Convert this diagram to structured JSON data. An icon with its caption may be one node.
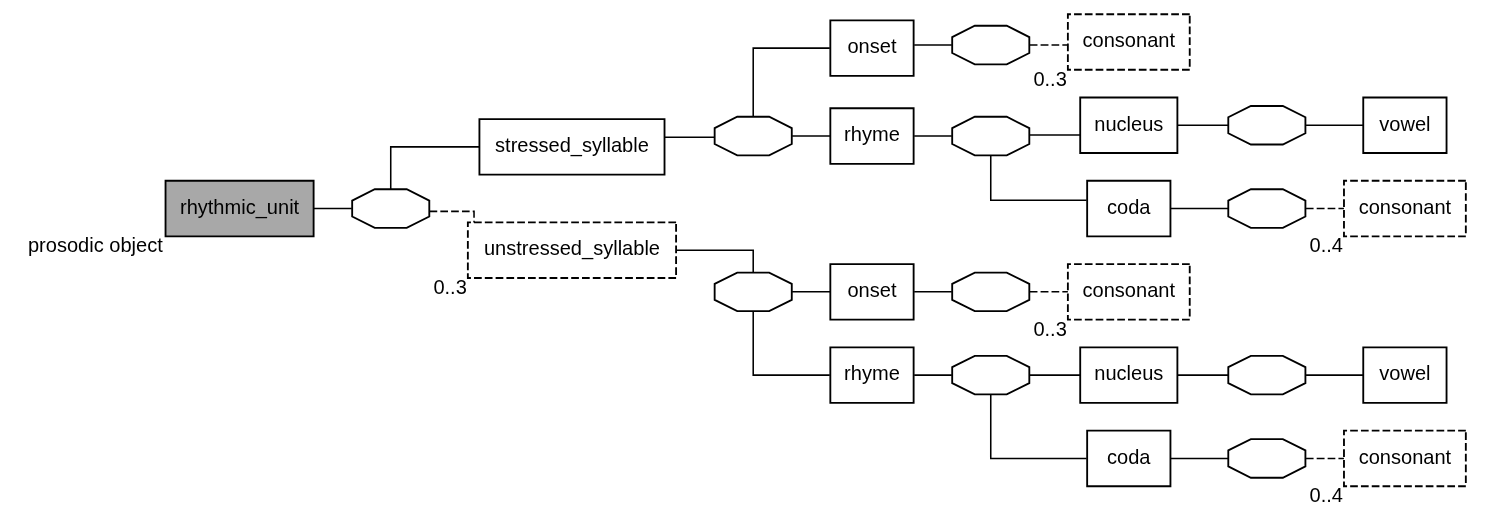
{
  "diagram": {
    "nodes": [
      {
        "text": [
          "rhythmic_unit"
        ],
        "beside": [
          "prosodic object"
        ]
      },
      {
        "text": [],
        "shape": "octagon"
      },
      {
        "text": [
          "stressed_syllable"
        ]
      },
      {
        "text": [],
        "shape": "octagon"
      },
      {
        "text": [
          "onset"
        ]
      },
      {
        "text": [],
        "shape": "octagon"
      },
      {
        "text": [
          "consonant"
        ],
        "beside": [
          "0..3"
        ]
      },
      {
        "text": [
          "rhyme"
        ]
      },
      {
        "text": [],
        "shape": "octagon"
      },
      {
        "text": [
          "nucleus"
        ]
      },
      {
        "text": [],
        "shape": "octagon"
      },
      {
        "text": [
          "vowel"
        ]
      },
      {
        "text": [
          "coda"
        ]
      },
      {
        "text": [],
        "shape": "octagon"
      },
      {
        "text": [
          "consonant"
        ],
        "beside": [
          "0..4"
        ]
      },
      {
        "text": [
          "unstressed_syllable"
        ],
        "beside": [
          "0..3"
        ]
      },
      {
        "text": [],
        "shape": "octagon"
      },
      {
        "text": [
          "onset"
        ]
      },
      {
        "text": [],
        "shape": "octagon"
      },
      {
        "text": [
          "consonant"
        ],
        "beside": [
          "0..3"
        ]
      },
      {
        "text": [
          "rhyme"
        ]
      },
      {
        "text": [],
        "shape": "octagon"
      },
      {
        "text": [
          "nucleus"
        ]
      },
      {
        "text": [],
        "shape": "octagon"
      },
      {
        "text": [
          "vowel"
        ]
      },
      {
        "text": [
          "coda"
        ]
      },
      {
        "text": [],
        "shape": "octagon"
      },
      {
        "text": [
          "consonant"
        ],
        "beside": [
          "0..4"
        ]
      }
    ],
    "edges": [
      {
        "from": 0,
        "to": 1,
        "arrow": "none"
      },
      {
        "from": 1,
        "to": 2,
        "arrow": "none"
      },
      {
        "from": 1,
        "to": 15,
        "arrow": "none",
        "style": "dashed"
      },
      {
        "from": 2,
        "to": 3,
        "arrow": "none"
      },
      {
        "from": 3,
        "to": 4,
        "arrow": "none"
      },
      {
        "from": 3,
        "to": 7,
        "arrow": "none"
      },
      {
        "from": 4,
        "to": 5,
        "arrow": "none"
      },
      {
        "from": 5,
        "to": 6,
        "arrow": "none",
        "style": "dashed"
      },
      {
        "from": 7,
        "to": 8,
        "arrow": "none"
      },
      {
        "from": 8,
        "to": 9,
        "arrow": "none"
      },
      {
        "from": 8,
        "to": 12,
        "arrow": "none"
      },
      {
        "from": 9,
        "to": 10,
        "arrow": "none"
      },
      {
        "from": 10,
        "to": 11,
        "arrow": "none"
      },
      {
        "from": 12,
        "to": 13,
        "arrow": "none"
      },
      {
        "from": 13,
        "to": 14,
        "arrow": "none",
        "style": "dashed"
      },
      {
        "from": 15,
        "to": 16,
        "arrow": "none"
      },
      {
        "from": 16,
        "to": 17,
        "arrow": "none"
      },
      {
        "from": 16,
        "to": 20,
        "arrow": "none"
      },
      {
        "from": 17,
        "to": 18,
        "arrow": "none"
      },
      {
        "from": 18,
        "to": 19,
        "arrow": "none",
        "style": "dashed"
      },
      {
        "from": 20,
        "to": 21,
        "arrow": "none"
      },
      {
        "from": 21,
        "to": 22,
        "arrow": "none"
      },
      {
        "from": 21,
        "to": 25,
        "arrow": "none"
      },
      {
        "from": 22,
        "to": 23,
        "arrow": "none"
      },
      {
        "from": 23,
        "to": 24,
        "arrow": "none"
      },
      {
        "from": 25,
        "to": 26,
        "arrow": "none"
      },
      {
        "from": 26,
        "to": 27,
        "arrow": "none",
        "style": "dashed"
      }
    ]
  }
}
